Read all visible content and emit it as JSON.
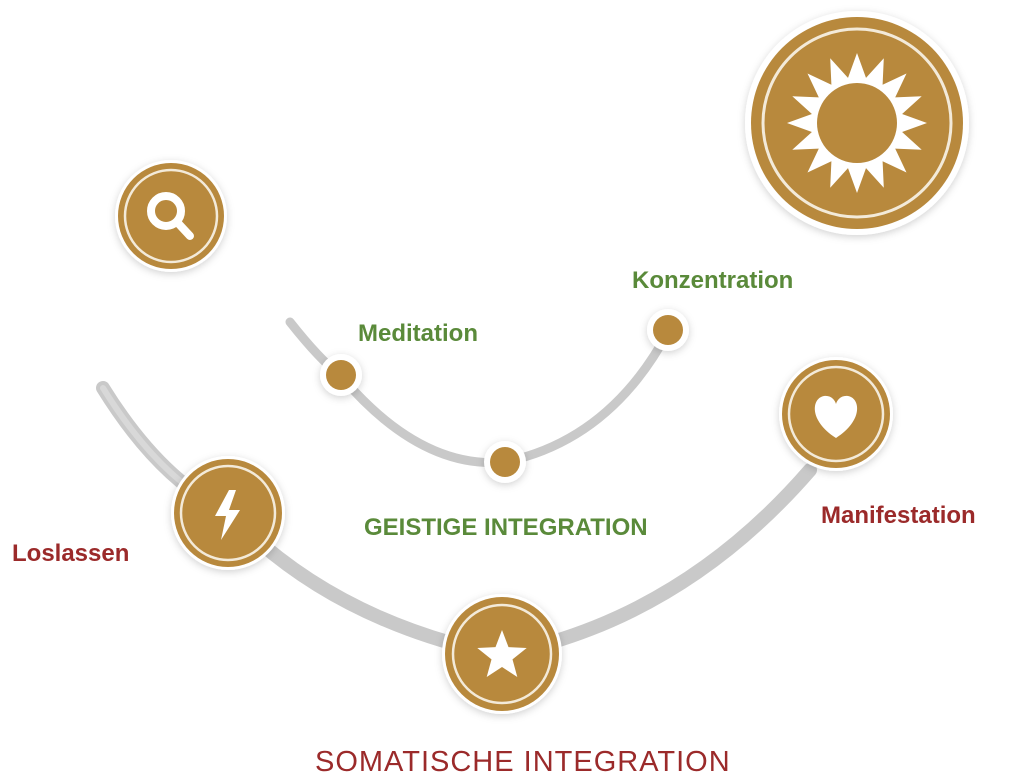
{
  "colors": {
    "gold": "#b8893c",
    "gold_light": "#f3ead9",
    "green": "#5a8a3a",
    "red": "#9b2a2a",
    "arc": "#c9c9c9"
  },
  "labels": {
    "meditation": "Meditation",
    "konzentration": "Konzentration",
    "geistige_integration": "GEISTIGE INTEGRATION",
    "loslassen": "Loslassen",
    "manifestation": "Manifestation",
    "somatische_integration": "SOMATISCHE INTEGRATION"
  },
  "icons": {
    "top_left": "magnifier-icon",
    "top_right": "sun-icon",
    "left": "lightning-icon",
    "bottom": "star-icon",
    "right": "heart-icon"
  }
}
